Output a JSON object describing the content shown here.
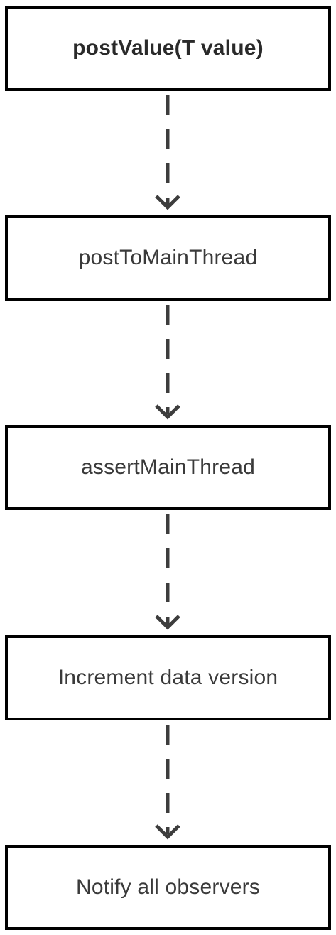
{
  "diagram": {
    "type": "flowchart",
    "direction": "top-to-bottom",
    "colors": {
      "box_border": "#000000",
      "text": "#3a3a3a",
      "connector": "#3d3d3d"
    },
    "nodes": [
      {
        "label": "postValue(T value)",
        "emphasis": "bold"
      },
      {
        "label": "postToMainThread"
      },
      {
        "label": "assertMainThread"
      },
      {
        "label": "Increment data version"
      },
      {
        "label": "Notify all observers"
      }
    ],
    "connectors": [
      {
        "from": 0,
        "to": 1,
        "style": "dashed-arrow"
      },
      {
        "from": 1,
        "to": 2,
        "style": "dashed-arrow"
      },
      {
        "from": 2,
        "to": 3,
        "style": "dashed-arrow"
      },
      {
        "from": 3,
        "to": 4,
        "style": "dashed-arrow"
      }
    ]
  }
}
